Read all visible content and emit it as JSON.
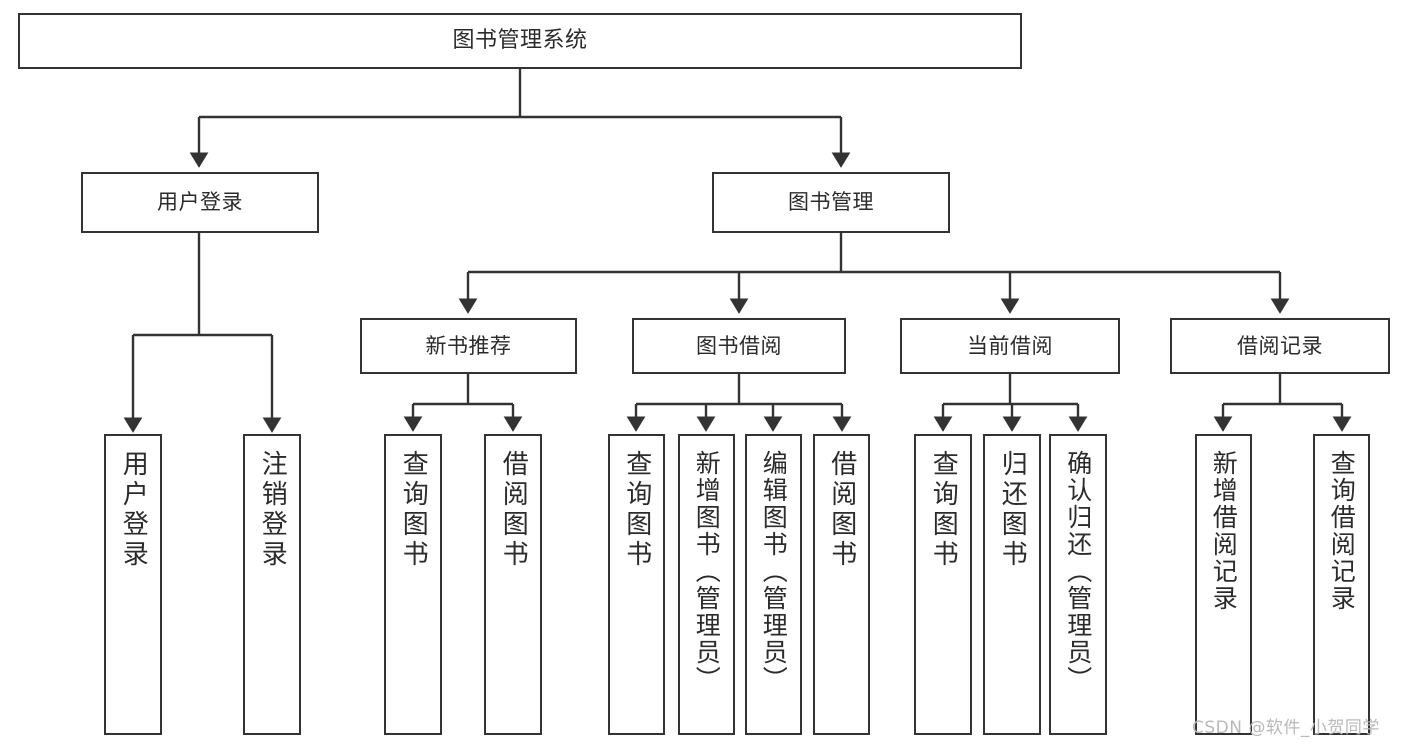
{
  "diagram": {
    "title": "图书管理系统",
    "type": "hierarchy-tree",
    "colors": {
      "background": "#ffffff",
      "node_border": "#333333",
      "node_fill": "#ffffff",
      "text": "#2b2b2b",
      "edge": "#333333",
      "watermark": "#b9b9b9"
    },
    "root": {
      "label": "图书管理系统"
    },
    "level2": [
      {
        "label": "用户登录"
      },
      {
        "label": "图书管理"
      }
    ],
    "level3": [
      {
        "label": "新书推荐"
      },
      {
        "label": "图书借阅"
      },
      {
        "label": "当前借阅"
      },
      {
        "label": "借阅记录"
      }
    ],
    "leaves": {
      "user_login": [
        {
          "label": "用户登录"
        },
        {
          "label": "注销登录"
        }
      ],
      "new_book_recommend": [
        {
          "label": "查询图书"
        },
        {
          "label": "借阅图书"
        }
      ],
      "book_borrow": [
        {
          "label": "查询图书"
        },
        {
          "label": "新增图书（管理员）"
        },
        {
          "label": "编辑图书（管理员）"
        },
        {
          "label": "借阅图书"
        }
      ],
      "current_borrow": [
        {
          "label": "查询图书"
        },
        {
          "label": "归还图书"
        },
        {
          "label": "确认归还（管理员）"
        }
      ],
      "borrow_records": [
        {
          "label": "新增借阅记录"
        },
        {
          "label": "查询借阅记录"
        }
      ]
    }
  },
  "watermark": {
    "text": "CSDN @软件_小贺同学"
  }
}
